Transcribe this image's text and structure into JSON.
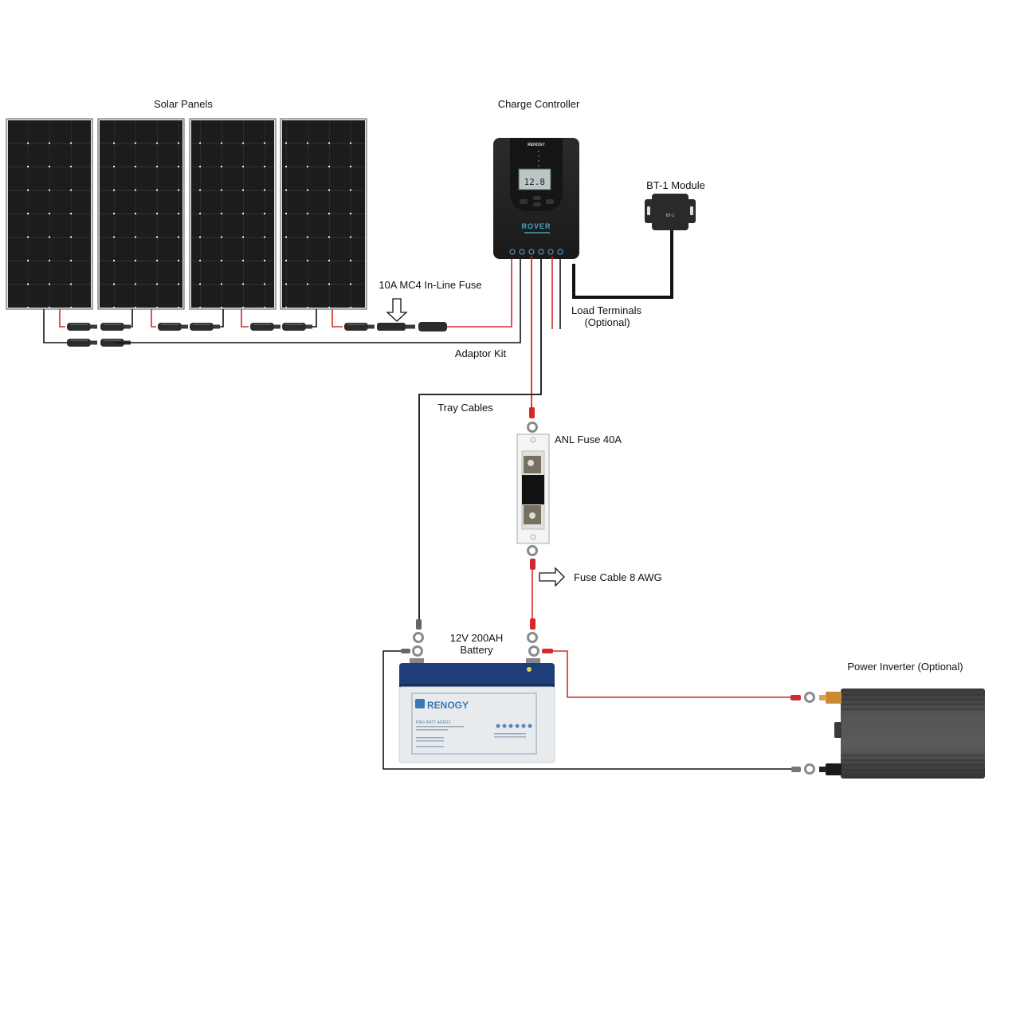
{
  "title": "Solar Power System Wiring Diagram",
  "labels": {
    "solar_panels": "Solar Panels",
    "charge_controller": "Charge Controller",
    "bt1_module": "BT-1 Module",
    "inline_fuse": "10A MC4 In-Line Fuse",
    "load_terminals_line1": "Load Terminals",
    "load_terminals_line2": "(Optional)",
    "adaptor_kit": "Adaptor Kit",
    "tray_cables": "Tray Cables",
    "anl_fuse": "ANL Fuse 40A",
    "fuse_cable": "Fuse Cable 8 AWG",
    "battery_line1": "12V 200AH",
    "battery_line2": "Battery",
    "power_inverter": "Power Inverter (Optional)"
  },
  "devices": {
    "controller": {
      "brand": "RENOGY",
      "model": "ROVER",
      "display_value": "12.8"
    },
    "bt1": {
      "name": "BT-1"
    },
    "battery": {
      "brand": "RENOGY",
      "model": "RNG-BATT-AGM12"
    }
  },
  "panel_count": 4,
  "colors": {
    "positive_wire": "#d42a2a",
    "negative_wire": "#111111",
    "panel": "#1c1c1c",
    "battery_lid": "#1f3d78",
    "battery_body": "#e8ebee",
    "inverter": "#4a4a4a",
    "terminal_copper": "#c98a32"
  }
}
